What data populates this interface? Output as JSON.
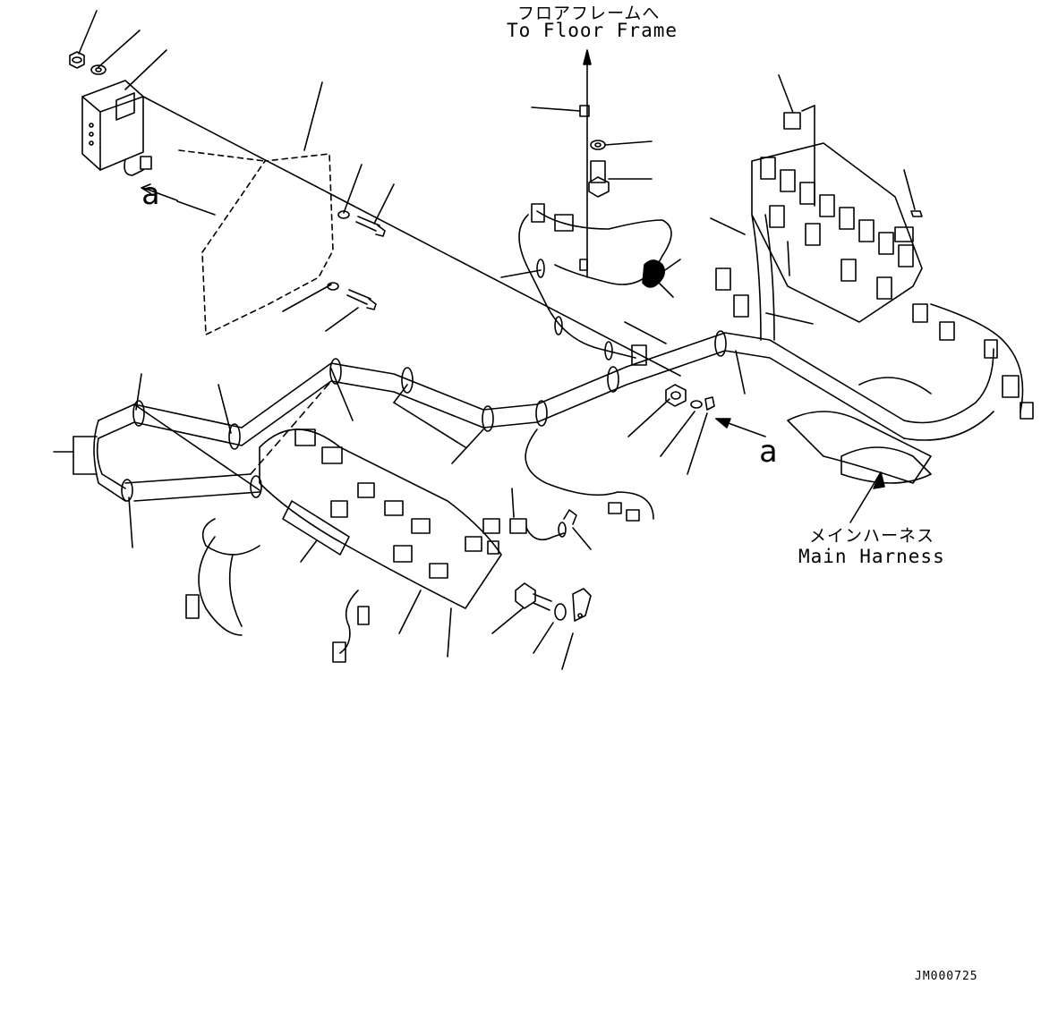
{
  "labels": {
    "floor_frame_jp": "フロアフレームへ",
    "floor_frame_en": "To Floor Frame",
    "main_harness_jp": "メインハーネス",
    "main_harness_en": "Main Harness",
    "callout_a": "a",
    "drawing_id": "JM000725"
  }
}
